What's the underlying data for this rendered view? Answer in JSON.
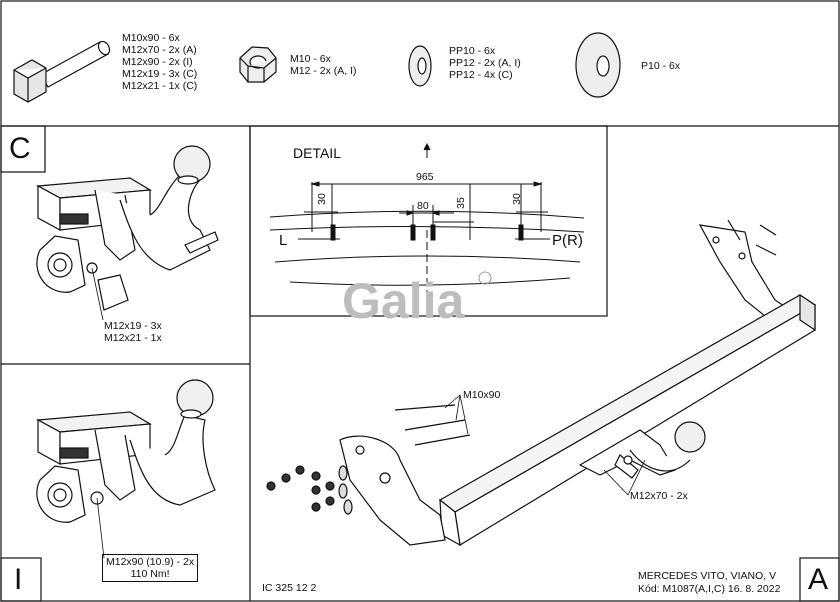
{
  "hardware": {
    "bolt": [
      "M10x90 - 6x",
      "M12x70 - 2x (A)",
      "M12x90 - 2x (I)",
      "M12x19 - 3x (C)",
      "M12x21 - 1x (C)"
    ],
    "nut": [
      "M10 - 6x",
      "M12 - 2x (A, I)"
    ],
    "washer": [
      "PP10 - 6x",
      "PP12 - 2x (A, I)",
      "PP12 - 4x (C)"
    ],
    "plate": [
      "P10 - 6x"
    ]
  },
  "panel_c": {
    "letter": "C",
    "labels": [
      "M12x19 - 3x",
      "M12x21 - 1x"
    ]
  },
  "panel_i": {
    "letter": "I",
    "labels": [
      "M12x90 (10.9) - 2x",
      "110 Nm!"
    ]
  },
  "detail": {
    "title": "DETAIL",
    "width": "965",
    "center": "80",
    "offset": "35",
    "height_l": "30",
    "height_r": "30",
    "left": "L",
    "right": "P(R)"
  },
  "logo": "Galia",
  "main": {
    "bolt_label": "M10x90",
    "bolt2_label": "M12x70 - 2x",
    "letter": "A"
  },
  "footer": {
    "code": "IC 325 12 2",
    "vehicle": "MERCEDES VITO, VIANO, V",
    "kod": "Kód: M1087(A,I,C)  16. 8. 2022"
  }
}
